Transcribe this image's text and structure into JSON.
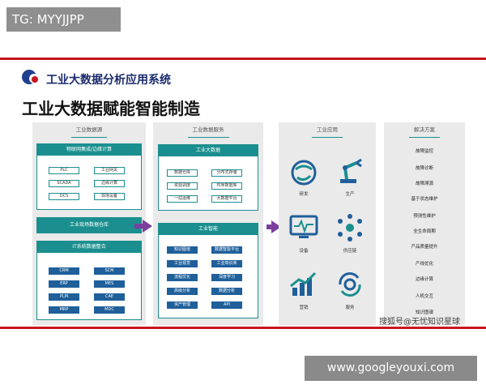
{
  "tag": "TG: MYYJJPP",
  "website": "www.googleyouxi.com",
  "watermark": "搜狐号@无忧知识星球",
  "subtitle": "工业大数据分析应用系统",
  "title": "工业大数据赋能智能制造",
  "panels": {
    "source": {
      "header": "工业数据源",
      "iot": {
        "title": "物联网集成/边缘计算",
        "items": [
          "PLC",
          "工业网关",
          "SCADA",
          "边缘计算",
          "DCS",
          "现场设备"
        ]
      },
      "warehouse": "工业现场数据仓库",
      "it": {
        "title": "IT系统数据整合",
        "items": [
          "CRM",
          "SCM",
          "ERP",
          "MES",
          "PLM",
          "CAE",
          "MRP",
          "MDC"
        ]
      }
    },
    "service": {
      "header": "工业数据服务",
      "bigdata": {
        "title": "工业大数据",
        "items": [
          "数据仓库",
          "分布式存储",
          "资源调度",
          "时序数据库",
          "一站运维",
          "大数据平台"
        ]
      },
      "intel": {
        "title": "工业智能",
        "items": [
          "知识图谱",
          "数据智能平台",
          "工业视觉",
          "工业知识库",
          "流程优化",
          "深度学习",
          "高级分析",
          "数据分析",
          "资产管理",
          "API"
        ]
      }
    },
    "apps": {
      "header": "工业应用",
      "items": [
        "研发",
        "生产",
        "设备",
        "供应链",
        "营销",
        "服务"
      ]
    },
    "solutions": {
      "header": "解决方案",
      "items": [
        "故障监控",
        "故障诊断",
        "故障溯源",
        "基于状态维护",
        "预测性维护",
        "全生命周期",
        "产品质量提升",
        "产线优化",
        "边缘计算",
        "人机交互",
        "知识图谱"
      ]
    }
  },
  "colors": {
    "teal": "#1b8f8f",
    "navy": "#1f5f9a",
    "red": "#c8141e",
    "arrow": "#7b3f9e"
  }
}
